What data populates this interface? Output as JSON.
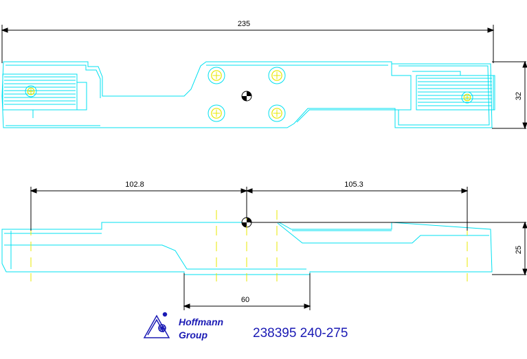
{
  "colors": {
    "outline": "#00e0f0",
    "screw": "#e8e800",
    "dimension": "#000000",
    "brand": "#1a1ab4"
  },
  "top_view": {
    "dimensions": {
      "overall_length": "235",
      "height": "32"
    }
  },
  "side_view": {
    "dimensions": {
      "left_offset": "102.8",
      "right_offset": "105.3",
      "base_width": "60",
      "height": "25"
    }
  },
  "logo": {
    "line1": "Hoffmann",
    "line2": "Group",
    "icon": "hoffmann-emblem-icon"
  },
  "part_number": "238395 240-275"
}
